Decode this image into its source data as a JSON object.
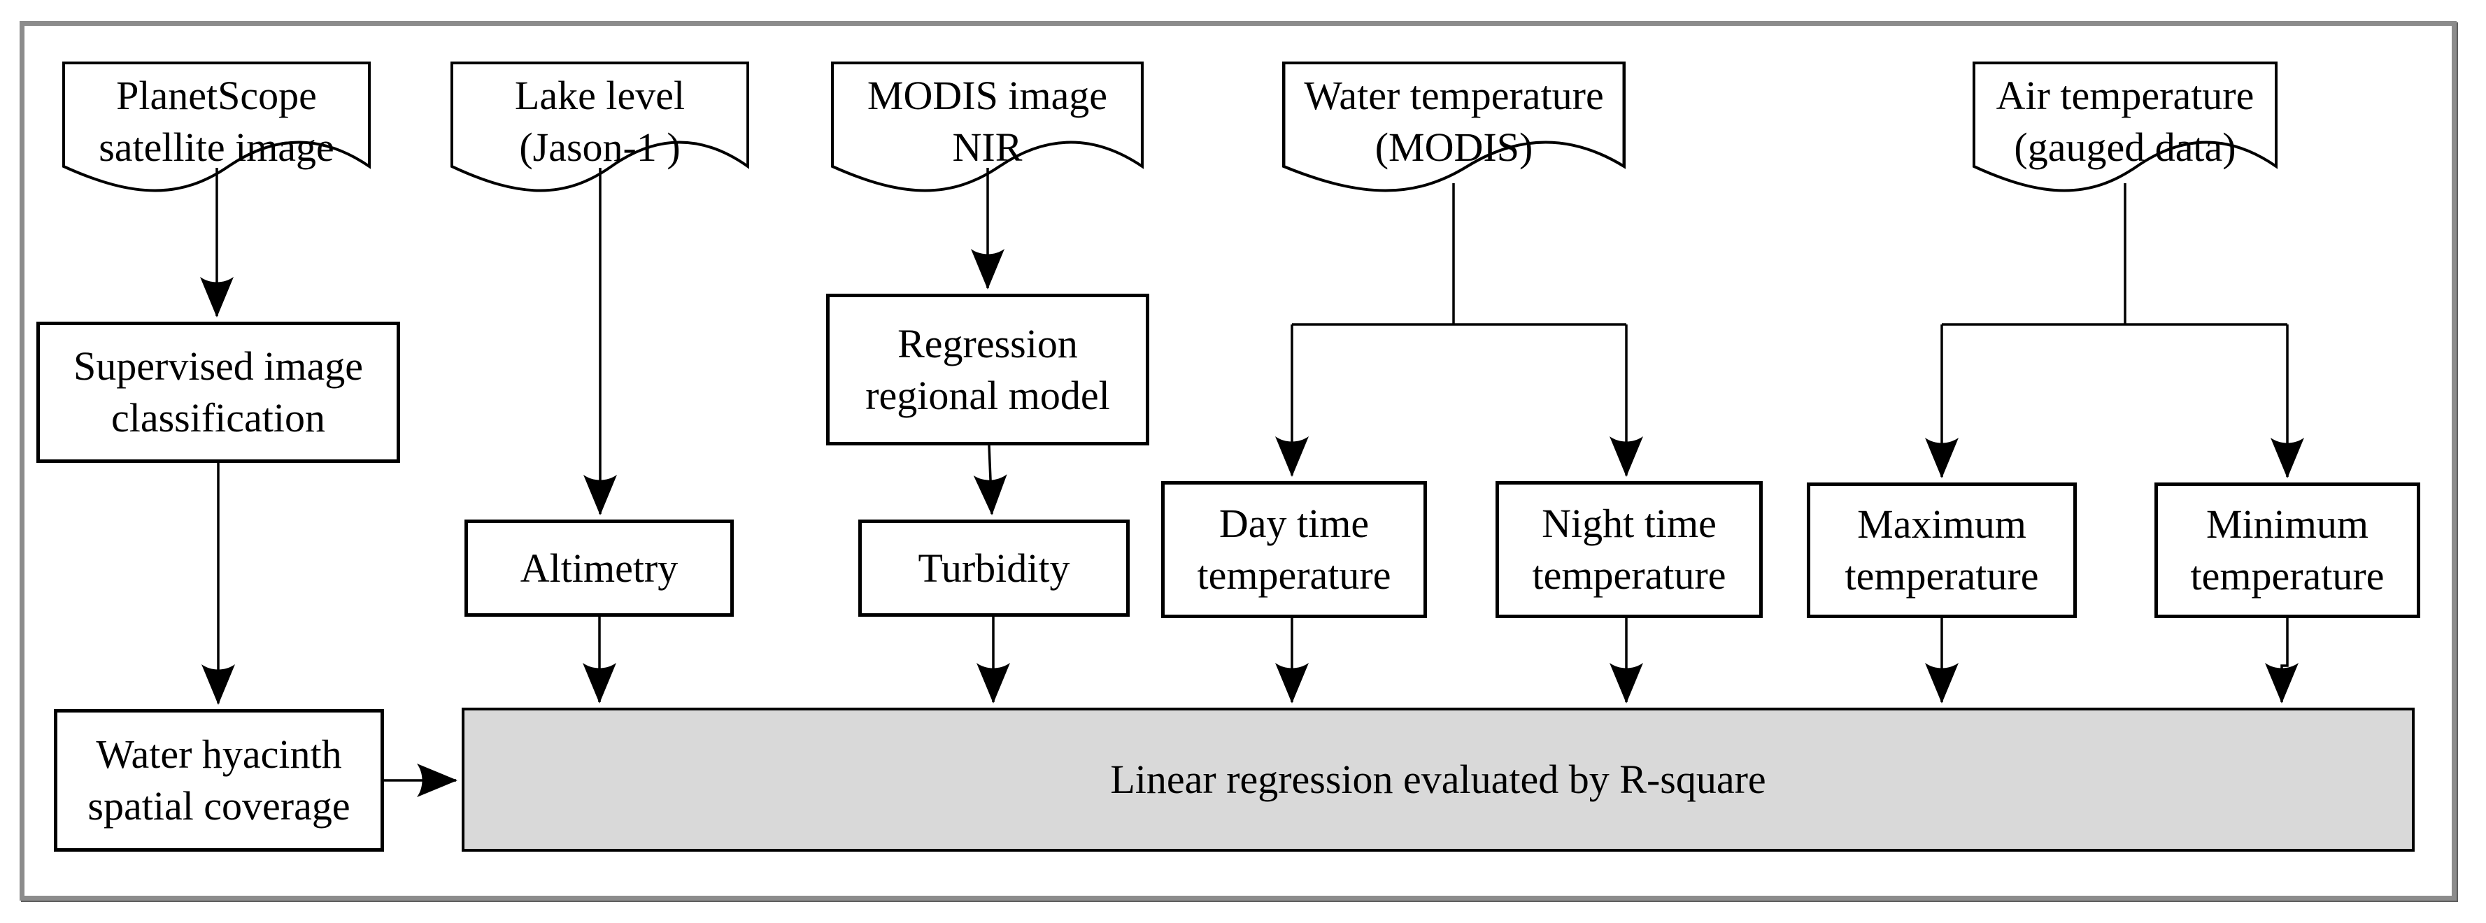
{
  "diagram": {
    "title": "Data processing flowchart",
    "colors": {
      "background": "#ffffff",
      "line": "#000000",
      "frame": "#8c8c8c",
      "result_fill": "#d9d9d9",
      "node_fill": "#ffffff"
    },
    "nodes": {
      "planetscope": {
        "line1": "PlanetScope",
        "line2": "satellite image"
      },
      "lake_level": {
        "line1": "Lake level",
        "line2": "(Jason-1 )"
      },
      "modis_nir": {
        "line1": "MODIS image",
        "line2": "NIR"
      },
      "water_temp": {
        "line1": "Water temperature",
        "line2": "(MODIS)"
      },
      "air_temp": {
        "line1": "Air temperature",
        "line2": "(gauged data)"
      },
      "supervised": {
        "line1": "Supervised image",
        "line2": "classification"
      },
      "water_hyacinth": {
        "line1": "Water hyacinth",
        "line2": "spatial coverage"
      },
      "regression_model": {
        "line1": "Regression",
        "line2": "regional model"
      },
      "altimetry": {
        "line1": "Altimetry",
        "line2": ""
      },
      "turbidity": {
        "line1": "Turbidity",
        "line2": ""
      },
      "day_temp": {
        "line1": "Day time",
        "line2": "temperature"
      },
      "night_temp": {
        "line1": "Night time",
        "line2": "temperature"
      },
      "max_temp": {
        "line1": "Maximum",
        "line2": "temperature"
      },
      "min_temp": {
        "line1": "Minimum",
        "line2": "temperature"
      },
      "result": {
        "label": "Linear regression evaluated by R-square"
      }
    },
    "edges": [
      "planetscope -> supervised",
      "supervised -> water_hyacinth",
      "water_hyacinth -> result",
      "lake_level -> altimetry",
      "altimetry -> result",
      "modis_nir -> regression_model",
      "regression_model -> turbidity",
      "turbidity -> result",
      "water_temp -> day_temp",
      "water_temp -> night_temp",
      "day_temp -> result",
      "night_temp -> result",
      "air_temp -> max_temp",
      "air_temp -> min_temp",
      "max_temp -> result",
      "min_temp -> result"
    ]
  }
}
